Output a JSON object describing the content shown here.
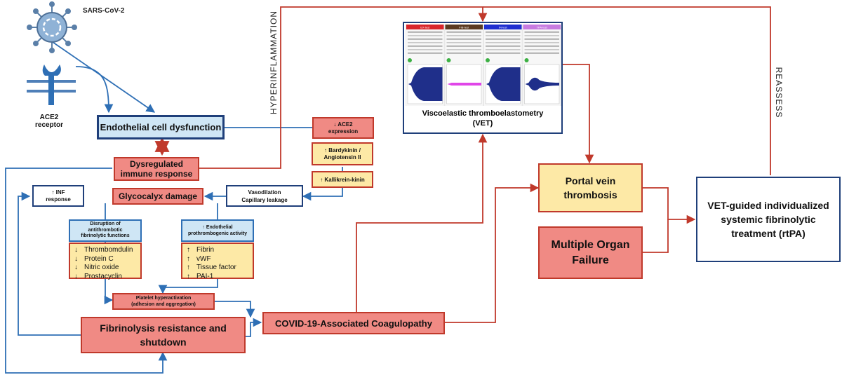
{
  "virus": {
    "label": "SARS-CoV-2"
  },
  "receptor": {
    "label_line1": "ACE2",
    "label_line2": "receptor"
  },
  "side_labels": {
    "hyperinflammation": "HYPERINFLAMMATION",
    "reassess": "REASSESS"
  },
  "boxes": {
    "endothelial": "Endothelial cell dysfunction",
    "dysregulated_l1": "Dysregulated",
    "dysregulated_l2": "immune response",
    "glycocalyx": "Glycocalyx damage",
    "inf_l1": "↑ INF",
    "inf_l2": "response",
    "ace2_expr_l1": "↓ ACE2",
    "ace2_expr_l2": "expression",
    "bardykinin_l1": "↑ Bardykinin /",
    "bardykinin_l2": "Angiotensin II",
    "kallikrein": "↑ Kallikrein-kinin",
    "vasodilation_l1": "Vasodilation",
    "vasodilation_l2": "Capillary leakage",
    "disruption_l1": "Disruption of",
    "disruption_l2": "antithrombotic",
    "disruption_l3": "fibrinolytic functions",
    "endothelial_act_l1": "↑ Endothelial",
    "endothelial_act_l2": "prothrombogenic activity",
    "platelet_l1": "Platelet hyperactivation",
    "platelet_l2": "(adhesion and aggregation)",
    "fibrinolysis_l1": "Fibrinolysis resistance and",
    "fibrinolysis_l2": "shutdown",
    "cac": "COVID-19-Associated Coagulopathy",
    "vet_l1": "Viscoelastic thromboelastometry",
    "vet_l2": "(VET)",
    "portal_l1": "Portal vein",
    "portal_l2": "thrombosis",
    "mof_l1": "Multiple Organ",
    "mof_l2": "Failure",
    "vetguided_l1": "VET-guided individualized",
    "vetguided_l2": "systemic fibrinolytic",
    "vetguided_l3": "treatment (rtPA)"
  },
  "down_list": [
    {
      "arrow": "↓",
      "text": "Thrombomdulin"
    },
    {
      "arrow": "↓",
      "text": "Protein C"
    },
    {
      "arrow": "↓",
      "text": "Nitric oxide"
    },
    {
      "arrow": "↓",
      "text": "Prostacyclin"
    }
  ],
  "up_list": [
    {
      "arrow": "↑",
      "text": "Fibrin"
    },
    {
      "arrow": "↑",
      "text": "vWF"
    },
    {
      "arrow": "↑",
      "text": "Tissue factor"
    },
    {
      "arrow": "↑",
      "text": "PAI-1"
    }
  ],
  "vet_panels": {
    "headers": [
      "EX-test",
      "FIB-test",
      "IN-test",
      "TPA-test"
    ],
    "colors": [
      "#d9262b",
      "#5b3a21",
      "#1f2fd0",
      "#c77be0"
    ]
  },
  "colors": {
    "accent_red": "#c0392b",
    "line_blue": "#2e6fb5",
    "navy": "#1f3f7a"
  }
}
